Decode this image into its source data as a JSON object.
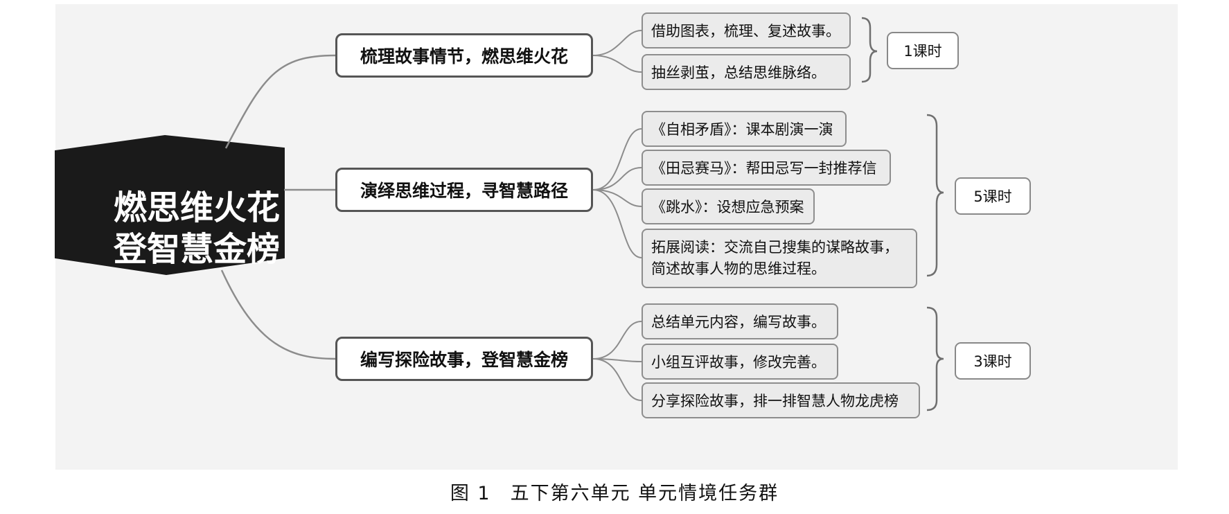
{
  "root": {
    "line1": "燃思维火花",
    "line2": "登智慧金榜"
  },
  "branches": [
    {
      "title": "梳理故事情节，燃思维火花",
      "items": [
        "借助图表，梳理、复述故事。",
        "抽丝剥茧，总结思维脉络。"
      ],
      "hours": "1课时"
    },
    {
      "title": "演绎思维过程，寻智慧路径",
      "items": [
        "《自相矛盾》：课本剧演一演",
        "《田忌赛马》：帮田忌写一封推荐信",
        "《跳水》：设想应急预案",
        [
          "拓展阅读：交流自己搜集的谋略故事，",
          "简述故事人物的思维过程。"
        ]
      ],
      "hours": "5课时"
    },
    {
      "title": "编写探险故事，登智慧金榜",
      "items": [
        "总结单元内容，编写故事。",
        "小组互评故事，修改完善。",
        "分享探险故事，排一排智慧人物龙虎榜"
      ],
      "hours": "3课时"
    }
  ],
  "caption": {
    "number": "图 1",
    "text": "五下第六单元 单元情境任务群"
  }
}
